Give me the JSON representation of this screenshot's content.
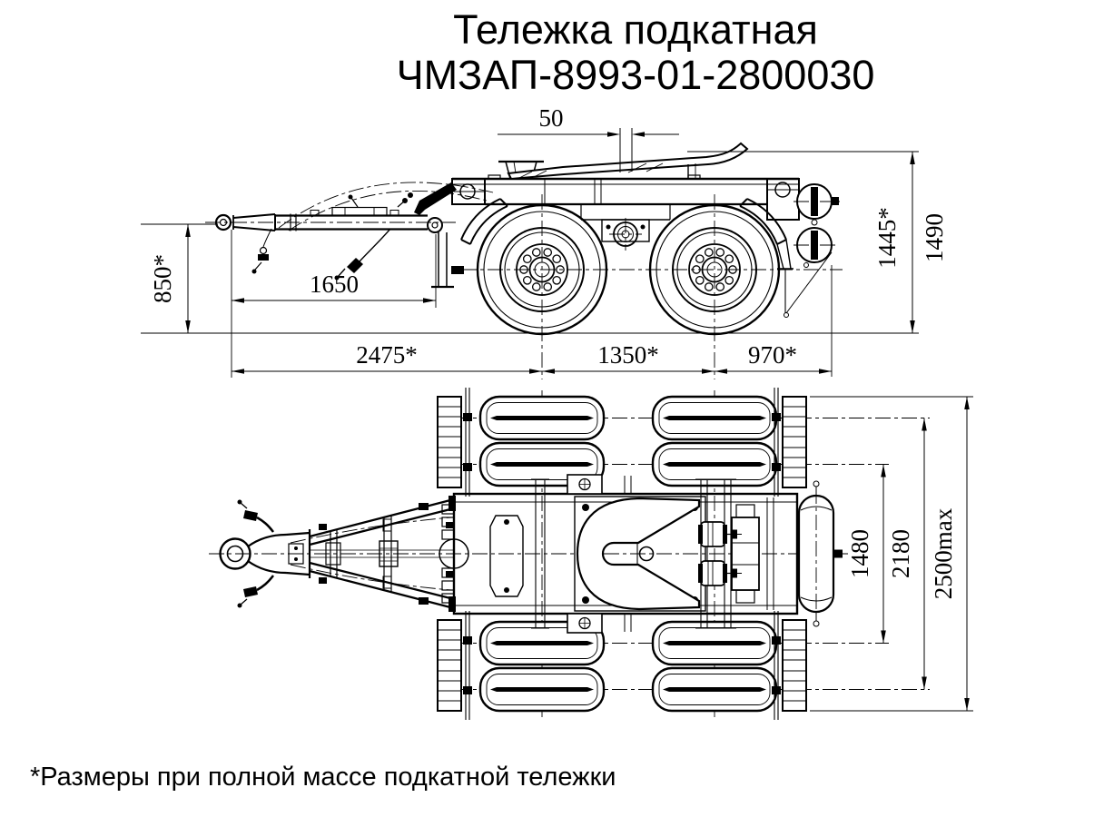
{
  "title": {
    "line1": "Тележка подкатная",
    "line2": "ЧМЗАП-8993-01-2800030"
  },
  "footnote": "*Размеры при полной массе подкатной тележки",
  "colors": {
    "ink": "#000000",
    "paper": "#ffffff"
  },
  "dimensions": {
    "side": {
      "kingpin_offset": "50",
      "eye_height": "850*",
      "drawbar_length": "1650",
      "front_section": "2475*",
      "axle_base": "1350*",
      "rear_section": "970*",
      "height_laden": "1445*",
      "height_top": "1490"
    },
    "plan": {
      "track_inner": "1480",
      "track_outer": "2180",
      "overall_width": "2500max"
    }
  }
}
